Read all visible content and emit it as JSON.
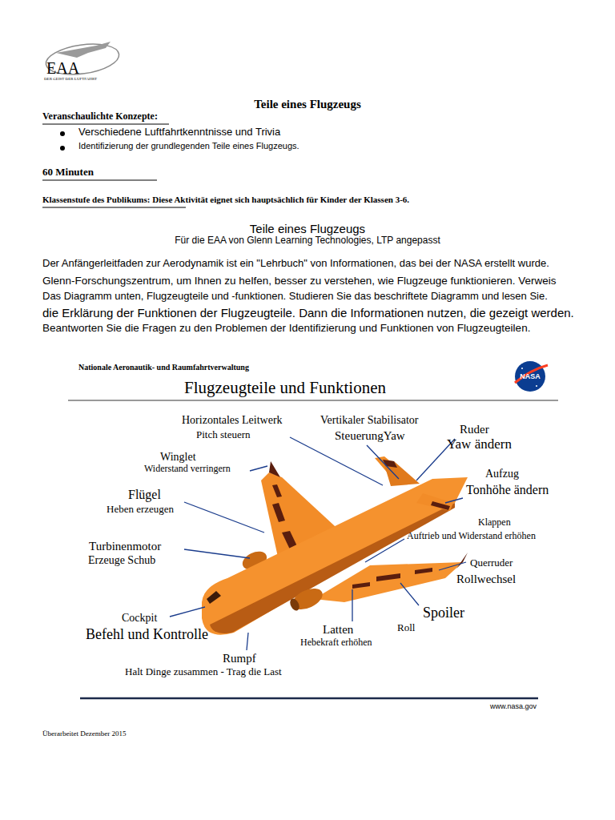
{
  "diagram": {
    "title": "Teile eines Flugzeugs",
    "labels": [
      "EAA",
      "DER GEIST DER LUFTFAHRT",
      "Veranschaulichte Konzepte:",
      "Verschiedene Luftfahrtkenntnisse und Trivia",
      "Identifizierung der grundlegenden Teile eines Flugzeugs.",
      "60 Minuten",
      "Klassenstufe des Publikums: Diese Aktivität eignet sich hauptsächlich für Kinder der Klassen 3-6.",
      "Teile eines Flugzeugs",
      "Für die EAA von Glenn Learning Technologies, LTP angepasst",
      "Der Anfängerleitfaden zur Aerodynamik ist ein \"Lehrbuch\" von Informationen, das bei der NASA erstellt wurde.",
      "Glenn-Forschungszentrum, um Ihnen zu helfen, besser zu verstehen, wie Flugzeuge funktionieren. Verweis",
      "Das Diagramm unten, Flugzeugteile und -funktionen. Studieren Sie das beschriftete Diagramm und lesen Sie.",
      "die Erklärung der Funktionen der Flugzeugteile. Dann die Informationen nutzen, die gezeigt werden.",
      "Beantworten Sie die Fragen zu den Problemen der Identifizierung und Funktionen von Flugzeugteilen.",
      "Nationale Aeronautik- und Raumfahrtverwaltung",
      "NASA",
      "Flugzeugteile und Funktionen",
      "Horizontales Leitwerk",
      "Pitch steuern",
      "Vertikaler Stabilisator",
      "SteuerungYaw",
      "Ruder",
      "Yaw ändern",
      "Winglet",
      "Widerstand verringern",
      "Flügel",
      "Heben erzeugen",
      "Aufzug",
      "Tonhöhe ändern",
      "Klappen",
      "Auftrieb und Widerstand erhöhen",
      "Turbinenmotor",
      "Erzeuge Schub",
      "Querruder",
      "Rollwechsel",
      "Cockpit",
      "Befehl und Kontrolle",
      "Spoiler",
      "Roll",
      "Latten",
      "Hebekraft erhöhen",
      "Rumpf",
      "Halt Dinge zusammen - Trag die Last",
      "www.nasa.gov",
      "Überarbeitet Dezember 2015"
    ]
  }
}
